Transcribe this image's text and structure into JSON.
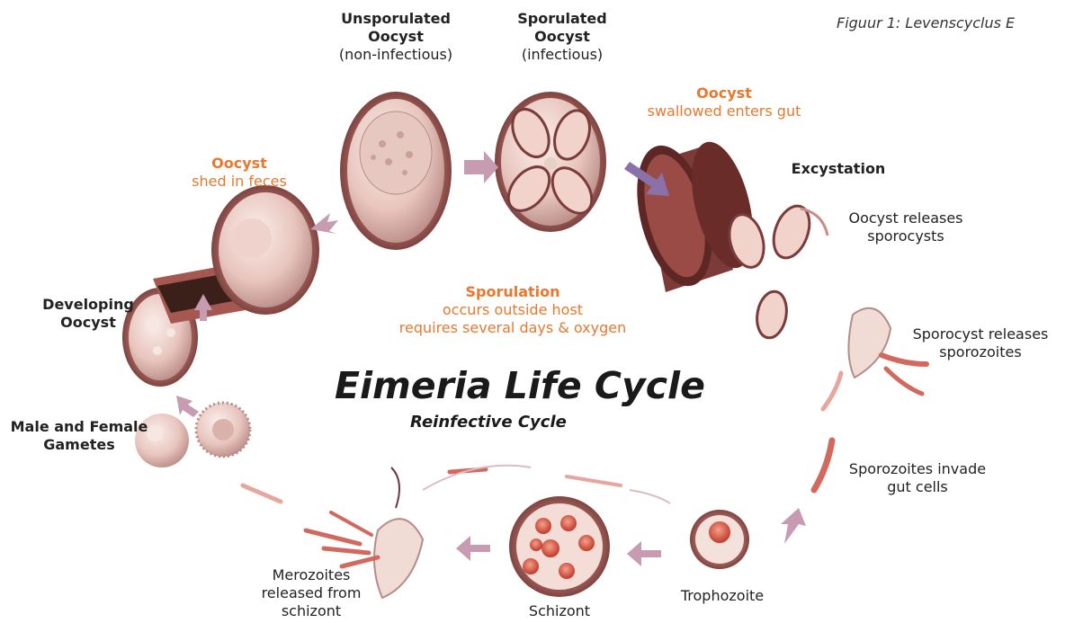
{
  "caption": "Figuur 1: Levenscyclus E",
  "title": "Eimeria Life Cycle",
  "subtitle": "Reinfective Cycle",
  "labels": {
    "unsporulated": {
      "bold": [
        "Unsporulated",
        "Oocyst"
      ],
      "plain": [
        "(non-infectious)"
      ]
    },
    "sporulated": {
      "bold": [
        "Sporulated",
        "Oocyst"
      ],
      "plain": [
        "(infectious)"
      ]
    },
    "oocyst_swallowed": {
      "bold": "Oocyst",
      "plain": "swallowed enters gut"
    },
    "oocyst_shed": {
      "bold": "Oocyst",
      "plain": "shed in feces"
    },
    "excystation": "Excystation",
    "oocyst_releases": [
      "Oocyst releases",
      "sporocysts"
    ],
    "sporulation": {
      "bold": "Sporulation",
      "plain": [
        "occurs outside host",
        "requires several days & oxygen"
      ]
    },
    "developing": [
      "Developing",
      "Oocyst"
    ],
    "sporocyst_releases": [
      "Sporocyst releases",
      "sporozoites"
    ],
    "gametes": [
      "Male and Female",
      "Gametes"
    ],
    "sporozoites_invade": [
      "Sporozoites invade",
      "gut cells"
    ],
    "merozoites": [
      "Merozoites",
      "released from",
      "schizont"
    ],
    "trophozoite": "Trophozoite",
    "schizont": "Schizont"
  },
  "colors": {
    "accent_orange": "#e8782e",
    "arrow": "#c79bb2",
    "cell_wall": "#7a3b3b",
    "cell_fill": "#e9c9c3"
  }
}
